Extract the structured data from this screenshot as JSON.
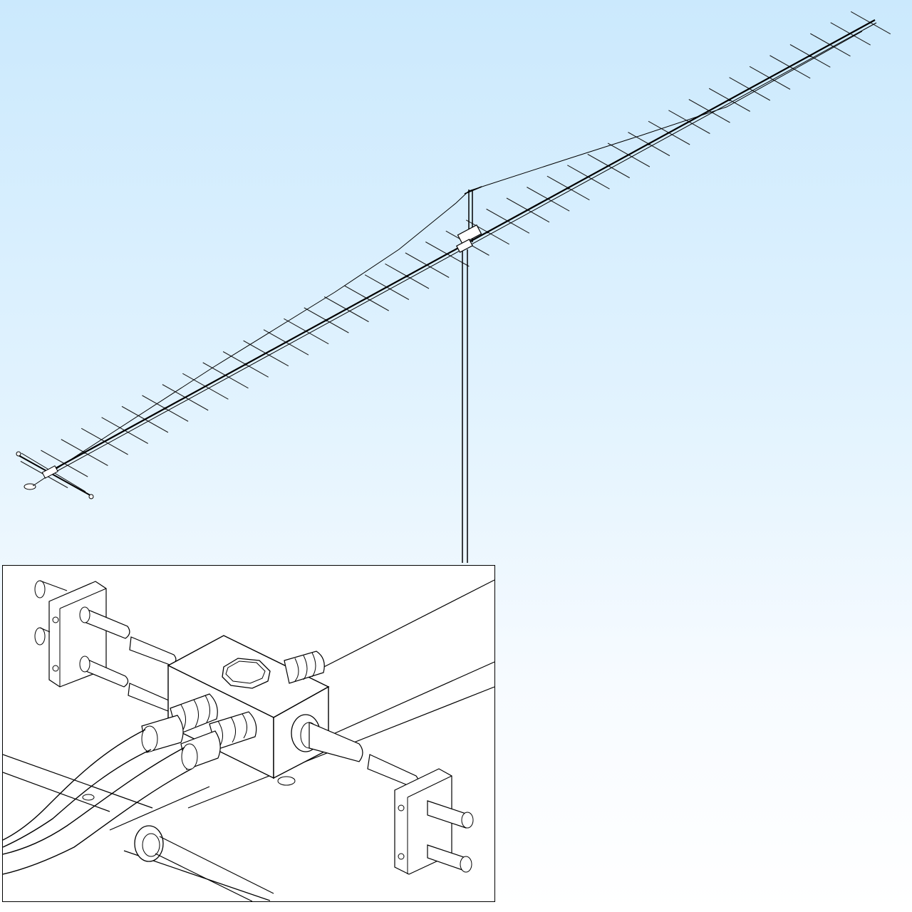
{
  "figure": {
    "subject": "long-boom-yagi-antenna-on-mast",
    "detail_inset": "boom-center-feed-junction-detail"
  },
  "colors": {
    "sky_top": "#cbe9fd",
    "sky_bottom": "#ffffff",
    "line": "#000000",
    "element_stroke": "#1a1a1a"
  },
  "antenna": {
    "element_count": 42
  }
}
